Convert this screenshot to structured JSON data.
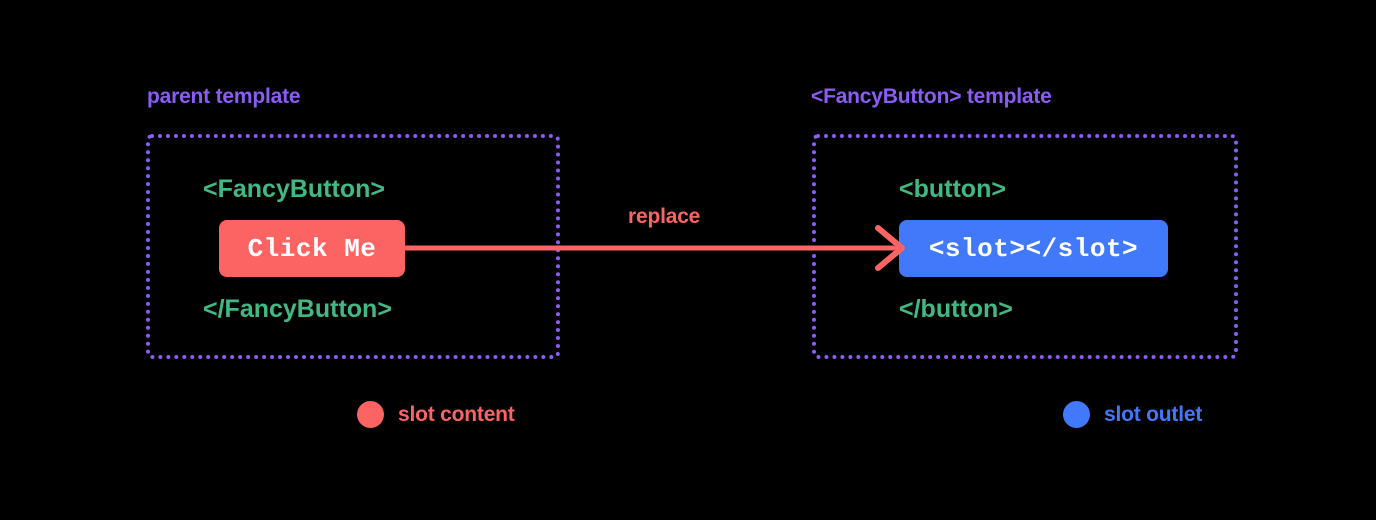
{
  "background": "#000000",
  "colors": {
    "accent_purple": "#8b5cf6",
    "code_green": "#42b883",
    "slot_content_red": "#fc6464",
    "slot_outlet_blue": "#4279fa",
    "chip_text": "#ffffff"
  },
  "panels": {
    "left": {
      "caption": "parent template",
      "open_tag": "<FancyButton>",
      "chip_label": "Click Me",
      "close_tag": "</FancyButton>"
    },
    "right": {
      "caption": "<FancyButton> template",
      "open_tag": "<button>",
      "chip_label": "<slot></slot>",
      "close_tag": "</button>"
    }
  },
  "arrow": {
    "label": "replace",
    "direction": "left-to-right",
    "color": "#fc6464"
  },
  "legend": [
    {
      "label": "slot content",
      "color": "#fc6464"
    },
    {
      "label": "slot outlet",
      "color": "#4279fa"
    }
  ]
}
